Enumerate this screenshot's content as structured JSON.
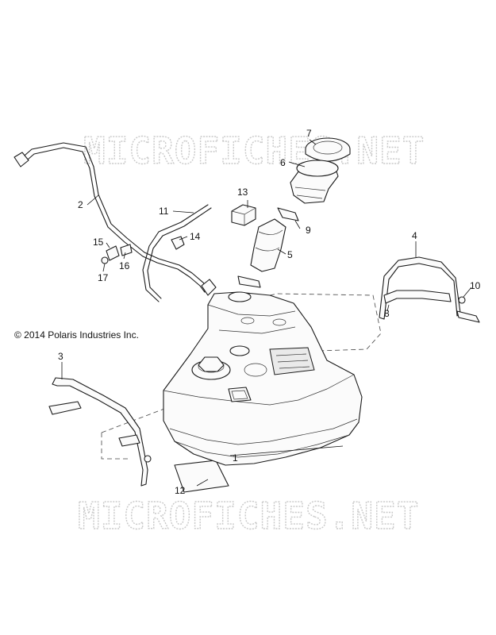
{
  "watermark_top": "MICROFICHES.NET",
  "watermark_bottom": "MICROFICHES.NET",
  "copyright": "© 2014 Polaris Industries Inc.",
  "callouts": [
    "1",
    "2",
    "3",
    "4",
    "5",
    "6",
    "7",
    "8",
    "9",
    "10",
    "11",
    "12",
    "13",
    "14",
    "15",
    "16",
    "17"
  ]
}
